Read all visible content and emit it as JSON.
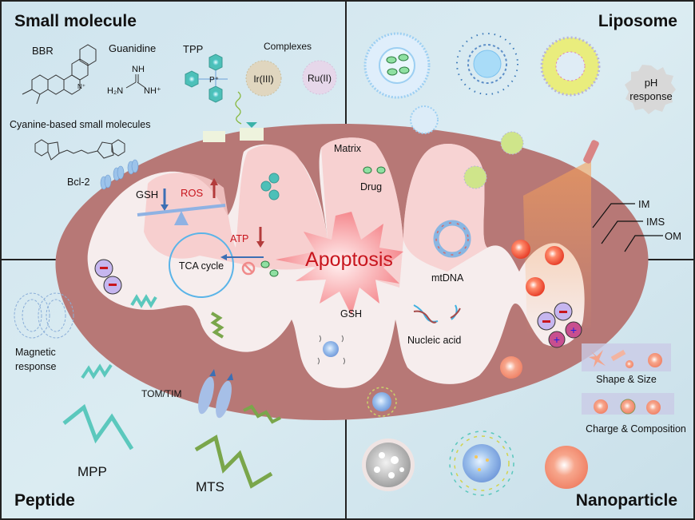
{
  "figure": {
    "quadrants": {
      "top_left": "Small molecule",
      "top_right": "Liposome",
      "bottom_left": "Peptide",
      "bottom_right": "Nanoparticle"
    },
    "small_molecule": {
      "bbr": "BBR",
      "guanidine": "Guanidine",
      "guanidine_nh": "NH",
      "guanidine_h2n": "H₂N",
      "guanidine_nh_plus": "NH⁺",
      "tpp": "TPP",
      "tpp_p": "P⁺",
      "complexes": "Complexes",
      "ir": "Ir(III)",
      "ru": "Ru(II)",
      "cyanine": "Cyanine-based small molecules",
      "bcl2": "Bcl-2"
    },
    "liposome": {
      "ph_response": [
        "pH",
        "response"
      ]
    },
    "mitochondrion": {
      "matrix": "Matrix",
      "drug": "Drug",
      "gsh_down": "GSH",
      "ros_up": "ROS",
      "atp_down": "ATP",
      "tca": "TCA cycle",
      "apoptosis": "Apoptosis",
      "mtdna": "mtDNA",
      "gsh": "GSH",
      "nucleic_acid": "Nucleic acid",
      "membrane_labels": [
        "IM",
        "IMS",
        "OM"
      ]
    },
    "peptide": {
      "magnetic": [
        "Magnetic",
        "response"
      ],
      "tom_tim": "TOM/TIM",
      "mpp": "MPP",
      "mts": "MTS"
    },
    "nanoparticle": {
      "shape_size": "Shape & Size",
      "charge_comp": "Charge & Composition"
    },
    "colors": {
      "background": "#d3e6ee",
      "mito_outer": "#b77876",
      "matrix_pink": "#f7c9c9",
      "matrix_light": "#f5eeee",
      "apoptosis_red": "#c8151d",
      "peptide_teal": "#5bc8bd",
      "peptide_green": "#7aa64b",
      "tca_blue": "#5ab4e8"
    }
  }
}
